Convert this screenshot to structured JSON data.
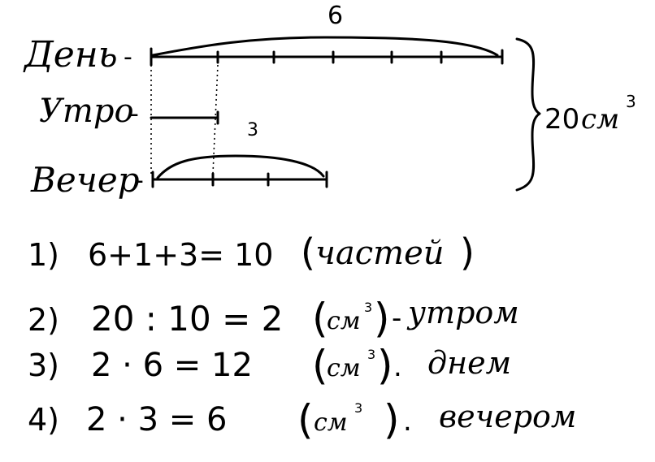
{
  "diagram": {
    "rows": [
      {
        "label": "День",
        "dash": "-",
        "segments": 6,
        "brace_label": "6"
      },
      {
        "label": "Утро",
        "dash": "-",
        "segments": 1
      },
      {
        "label": "Вечер",
        "dash": "-",
        "segments": 3,
        "brace_label": "3"
      }
    ],
    "total": {
      "value": "20",
      "unit": "см",
      "exp": "3"
    }
  },
  "solution": [
    {
      "num": "1)",
      "expr": "6+1+3= 10",
      "paren_open": "(",
      "note": "частей",
      "paren_close": ")"
    },
    {
      "num": "2)",
      "expr": "20 : 10 = 2",
      "paren_open": "(",
      "unit": "см",
      "exp": "3",
      "paren_close": ")",
      "sep": "-",
      "note": "утром"
    },
    {
      "num": "3)",
      "expr": "2 · 6 =  12",
      "paren_open": "(",
      "unit": "см",
      "exp": "3",
      "paren_close": ")",
      "sep": ".",
      "note": "днем"
    },
    {
      "num": "4)",
      "expr": "2 · 3 =  6",
      "paren_open": "(",
      "unit": "см",
      "exp": "3",
      "paren_close": ")",
      "sep": ".",
      "note": "вечером"
    }
  ]
}
